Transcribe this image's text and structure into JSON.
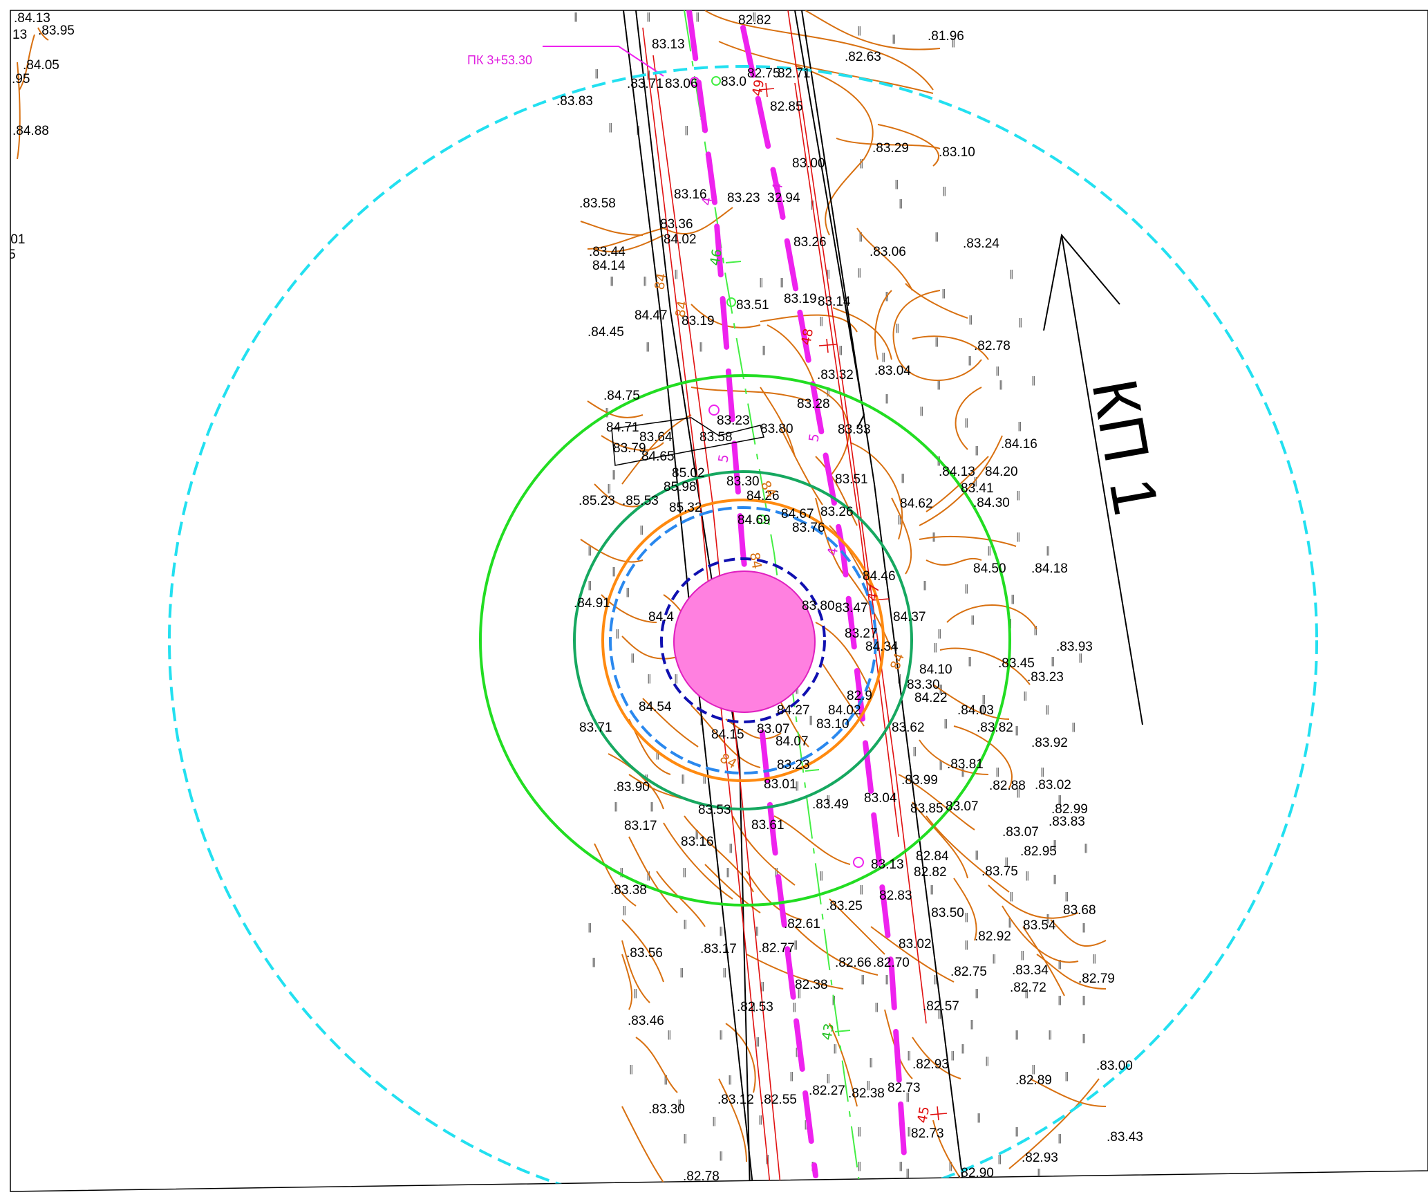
{
  "map": {
    "direction_label": "КП 1",
    "station_label": "ПК 3+53.30",
    "colors": {
      "frame": "#000000",
      "buffer_outer": "#22e0f0",
      "buffer_green": "#22dd22",
      "buffer_darkgreen": "#16a860",
      "contour": "#d87010",
      "ring_orange": "#ff8a10",
      "ring_blue": "#2a88ee",
      "ring_navy": "#1010b0",
      "object_fill": "#ff80e0",
      "axis_magenta": "#ee22ee",
      "edge_red": "#e01010",
      "axis_green": "#44ee44"
    },
    "contour_labels": [
      "84",
      "84",
      "84",
      "84",
      "84",
      "84"
    ],
    "picket_labels_red": [
      "49",
      "48",
      "47",
      "45"
    ],
    "picket_labels_magenta": [
      "4",
      "4",
      "5",
      "5",
      "4"
    ],
    "picket_labels_green": [
      "46",
      "43"
    ],
    "elevations": [
      ".84.13",
      "13",
      ".83.95",
      ".84.05",
      ".95",
      ".84.88",
      ".01",
      "5",
      "82.82",
      "83.13",
      ".81.96",
      ".82.63",
      ".83.71",
      "83.06",
      "83.0",
      "82.75",
      "82.71",
      "82.85",
      ".83.83",
      ".83.29",
      ".83.10",
      "83.00",
      "83.16",
      "83.23",
      "32.94",
      ".83.58",
      "83.36",
      "84.02",
      ".83.44",
      "84.14",
      "83.26",
      ".83.06",
      ".83.24",
      "84.47",
      "83.19",
      "83.51",
      "83.19",
      "83.14",
      ".84.45",
      ".82.78",
      ".83.32",
      ".83.04",
      ".84.75",
      "83.28",
      "84.71",
      "83.79",
      "83.64",
      "84.65",
      "83.23",
      "83.58",
      "83.80",
      "83.33",
      ".84.16",
      "85.02",
      "83.30",
      "83.51",
      ".84.13",
      "84.20",
      "83.41",
      ".84.30",
      ".85.23",
      ".85.53",
      "85.98",
      "85.32",
      "84.26",
      "84.69",
      "84.67",
      "83.76",
      "83.26",
      "84.62",
      "84.50",
      ".84.18",
      "84.46",
      ".84.91",
      "84.4",
      "83.80",
      "83.47",
      "84.37",
      "83.27",
      "84.34",
      ".83.93",
      ".83.45",
      ".83.23",
      "84.10",
      "83.30",
      "84.22",
      "84.54",
      "84.27",
      "84.02",
      "82.9",
      ".84.03",
      "83.71",
      "84.15",
      "83.07",
      "84.07",
      "83.10",
      "83.62",
      ".83.82",
      ".83.92",
      "83.23",
      ".83.81",
      "83.01",
      ".83.99",
      ".82.88",
      ".83.02",
      ".83.90",
      "83.53",
      ".83.49",
      "83.04",
      "83.85",
      "83.07",
      ".82.99",
      ".83.83",
      "83.17",
      "83.61",
      ".83.07",
      "83.16",
      "83.13",
      "82.84",
      "82.82",
      ".82.95",
      ".83.75",
      ".83.38",
      ".83.25",
      "82.83",
      ".83.50",
      "83.68",
      ".82.61",
      "83.54",
      ".82.92",
      ".83.56",
      ".83.17",
      ".82.77",
      "83.02",
      ".82.66",
      ".82.70",
      ".82.75",
      ".83.34",
      ".82.72",
      ".82.79",
      "82.38",
      ".82.53",
      ".82.57",
      ".83.46",
      ".82.93",
      ".83.00",
      ".83.12",
      ".82.55",
      ".82.27",
      ".82.38",
      "82.73",
      ".82.89",
      ".83.30",
      "82.73",
      ".83.43",
      ".82.93",
      ".82.78",
      ".82.90"
    ]
  }
}
